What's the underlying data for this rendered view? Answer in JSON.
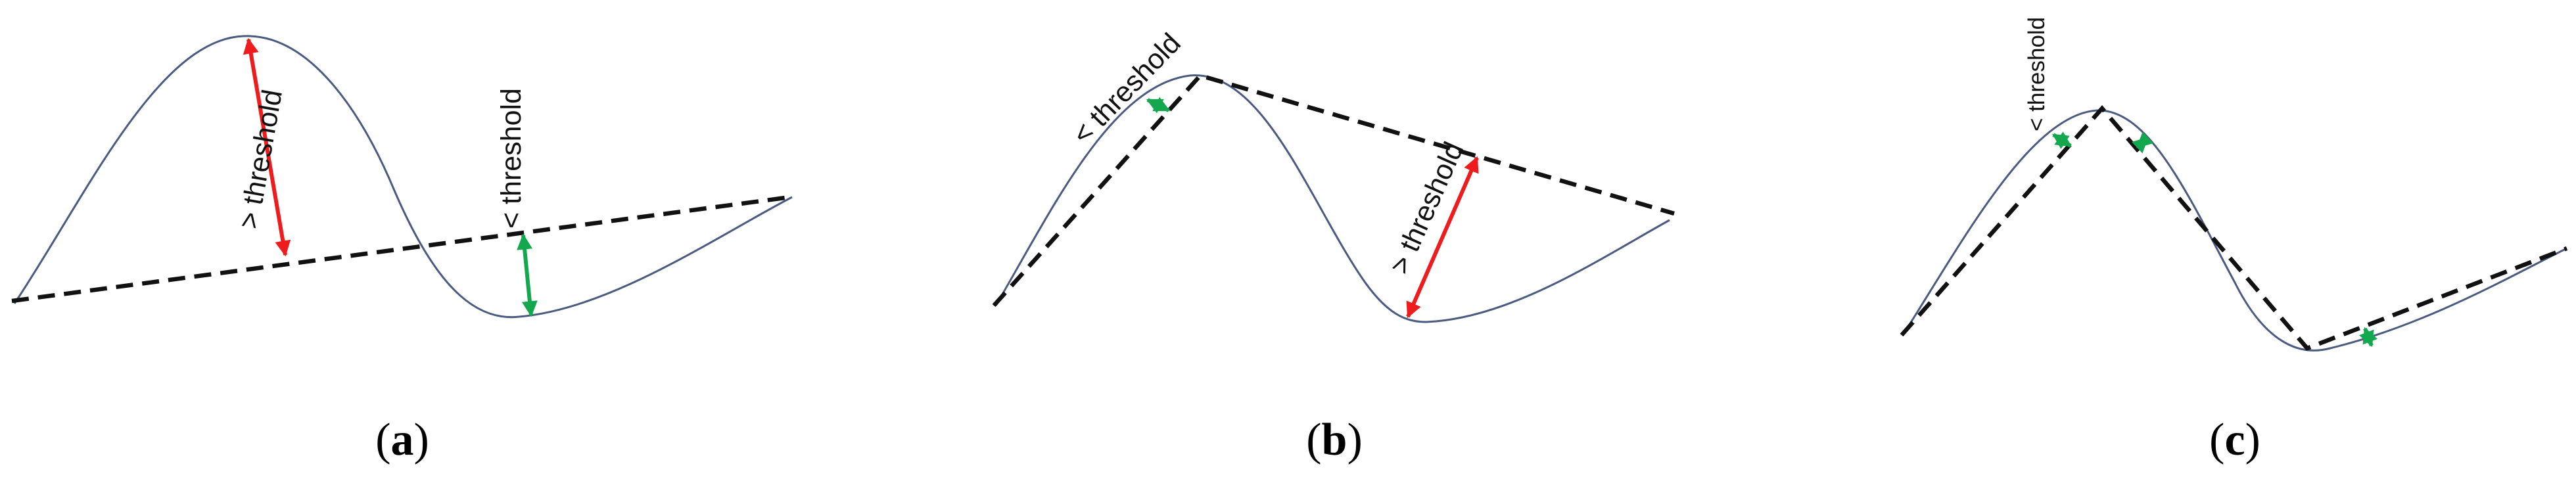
{
  "panels": [
    {
      "letter": "a",
      "label_greater": "> threshold",
      "label_less": "< threshold"
    },
    {
      "letter": "b",
      "label_greater": "> threshold",
      "label_less": "< threshold"
    },
    {
      "letter": "c",
      "label_less": "< threshold"
    }
  ],
  "caption_open": "(",
  "caption_close": ")",
  "colors": {
    "curve": "#4a5a80",
    "dashed_line": "#111111",
    "above_threshold_arrow": "#ee1c1c",
    "below_threshold_arrow": "#13a84e"
  }
}
